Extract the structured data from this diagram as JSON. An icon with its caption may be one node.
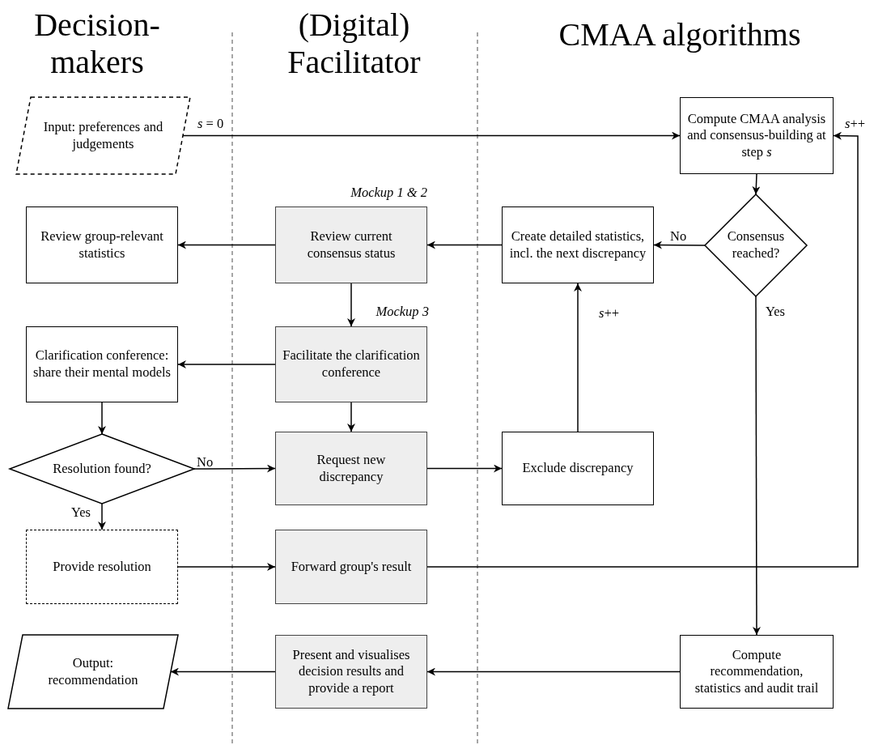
{
  "diagram": {
    "nodes": [
      {
        "text": [
          "Input: preferences and judgements"
        ]
      },
      {
        "text": [
          "Compute CMAA analysis and consensus-building at step *s*"
        ]
      },
      {
        "text": [
          "Review group-relevant statistics"
        ]
      },
      {
        "text": [
          "Review current consensus status"
        ],
        "beside": [
          "Mockup 1 & 2"
        ]
      },
      {
        "text": [
          "Create detailed statistics, incl. the next discrepancy"
        ]
      },
      {
        "text": [
          "Consensus reached?"
        ]
      },
      {
        "text": [
          "Clarification conference: share their mental models"
        ]
      },
      {
        "text": [
          "Facilitate the clarification conference"
        ],
        "beside": [
          "Mockup 3"
        ]
      },
      {
        "text": [
          "Resolution found?"
        ]
      },
      {
        "text": [
          "Request new discrepancy"
        ]
      },
      {
        "text": [
          "Exclude discrepancy"
        ]
      },
      {
        "text": [
          "Provide resolution"
        ]
      },
      {
        "text": [
          "Forward group's result"
        ]
      },
      {
        "text": [
          "Output: recommendation"
        ]
      },
      {
        "text": [
          "Present and visualises decision results and provide a report"
        ]
      },
      {
        "text": [
          "Compute recommendation, statistics and audit trail"
        ]
      }
    ],
    "edges": [
      {
        "from": 0,
        "to": 1,
        "arrow": "to",
        "label": "*s* = 0"
      },
      {
        "from": 1,
        "to": 5,
        "arrow": "to"
      },
      {
        "from": 5,
        "to": 4,
        "arrow": "to",
        "label": "No"
      },
      {
        "from": 4,
        "to": 3,
        "arrow": "to"
      },
      {
        "from": 3,
        "to": 2,
        "arrow": "to"
      },
      {
        "from": 3,
        "to": 7,
        "arrow": "to"
      },
      {
        "from": 7,
        "to": 6,
        "arrow": "to"
      },
      {
        "from": 6,
        "to": 8,
        "arrow": "to"
      },
      {
        "from": 7,
        "to": 9,
        "arrow": "to"
      },
      {
        "from": 8,
        "to": 9,
        "arrow": "to",
        "label": "No"
      },
      {
        "from": 8,
        "to": 11,
        "arrow": "to",
        "label": "Yes"
      },
      {
        "from": 9,
        "to": 10,
        "arrow": "to"
      },
      {
        "from": 10,
        "to": 4,
        "arrow": "to",
        "label": "*s*++"
      },
      {
        "from": 11,
        "to": 12,
        "arrow": "to"
      },
      {
        "from": 12,
        "to": 1,
        "arrow": "to",
        "label": "*s*++"
      },
      {
        "from": 5,
        "to": 15,
        "arrow": "to",
        "label": "Yes"
      },
      {
        "from": 15,
        "to": 14,
        "arrow": "to"
      },
      {
        "from": 14,
        "to": 13,
        "arrow": "to"
      }
    ],
    "labels": [
      "Decision-makers",
      "(Digital) Facilitator",
      "CMAA algorithms"
    ]
  }
}
